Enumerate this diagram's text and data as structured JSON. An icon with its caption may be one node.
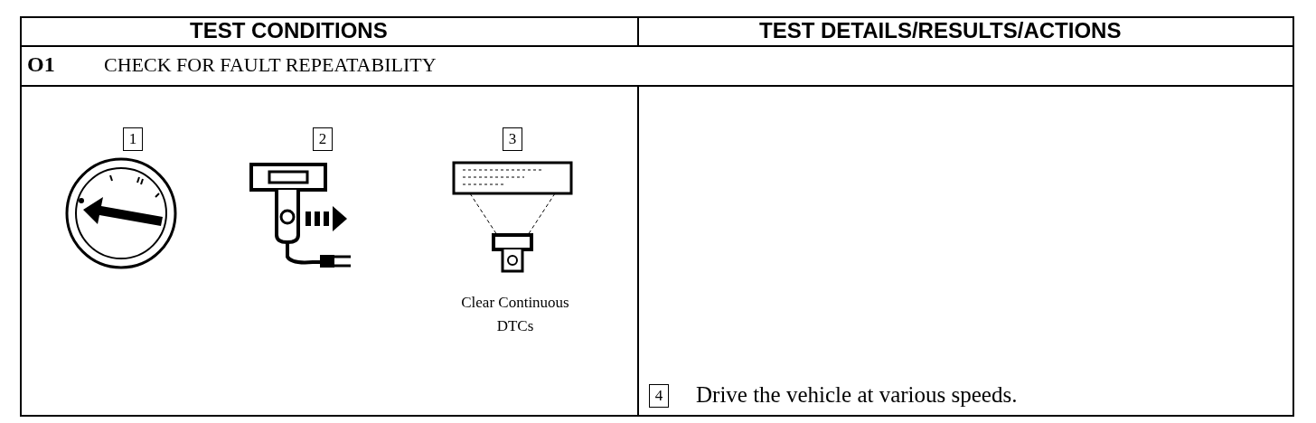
{
  "diagram": {
    "labels": [
      "TEST CONDITIONS",
      "TEST DETAILS/RESULTS/ACTIONS",
      "O1",
      "CHECK FOR FAULT REPEATABILITY",
      "1",
      "2",
      "3",
      "Clear Continuous DTCs",
      "4",
      "Drive the vehicle at various speeds."
    ]
  }
}
